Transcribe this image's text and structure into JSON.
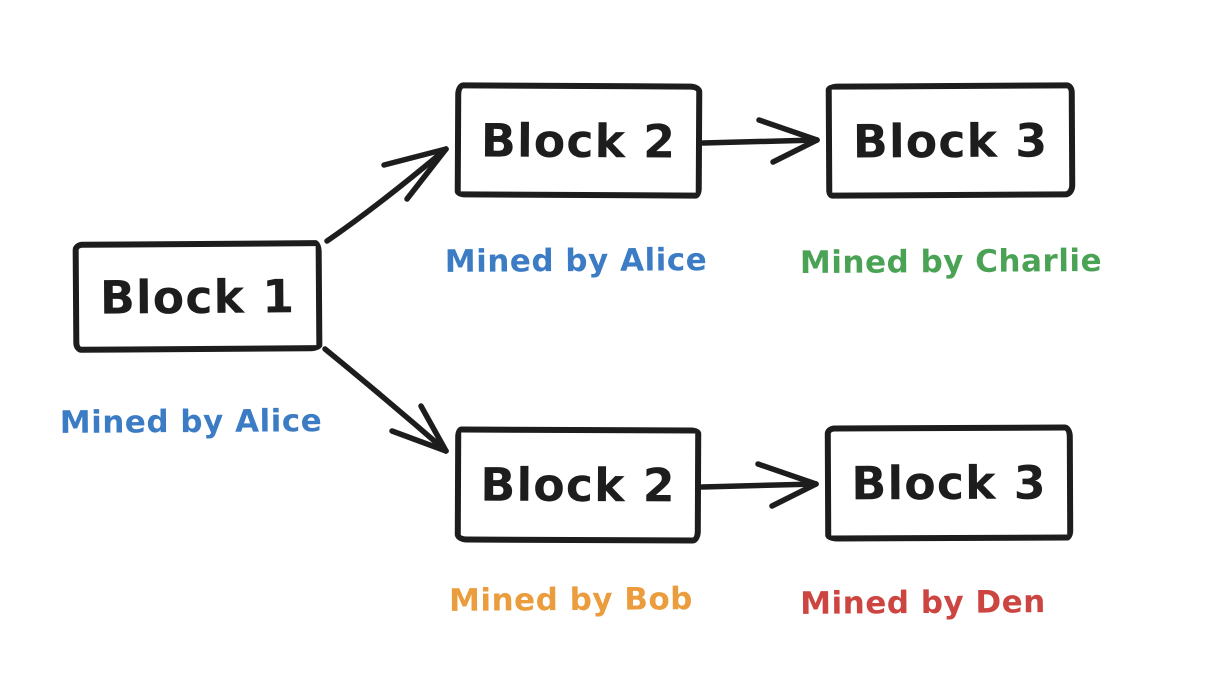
{
  "canvas": {
    "background": "#ffffff",
    "ink": "#1d1d1d"
  },
  "diagram": {
    "type": "blockchain-fork",
    "nodes": [
      {
        "id": "block-1",
        "label": "Block 1",
        "caption": "Mined by Alice",
        "caption_color": "#3b7cc4"
      },
      {
        "id": "block-2-top",
        "label": "Block 2",
        "caption": "Mined by Alice",
        "caption_color": "#3b7cc4"
      },
      {
        "id": "block-3-top",
        "label": "Block 3",
        "caption": "Mined by Charlie",
        "caption_color": "#4aa355"
      },
      {
        "id": "block-2-bottom",
        "label": "Block 2",
        "caption": "Mined by Bob",
        "caption_color": "#eb9c3d"
      },
      {
        "id": "block-3-bottom",
        "label": "Block 3",
        "caption": "Mined by Den",
        "caption_color": "#cd4540"
      }
    ],
    "edges": [
      {
        "from": "block-1",
        "to": "block-2-top"
      },
      {
        "from": "block-2-top",
        "to": "block-3-top"
      },
      {
        "from": "block-1",
        "to": "block-2-bottom"
      },
      {
        "from": "block-2-bottom",
        "to": "block-3-bottom"
      }
    ]
  }
}
